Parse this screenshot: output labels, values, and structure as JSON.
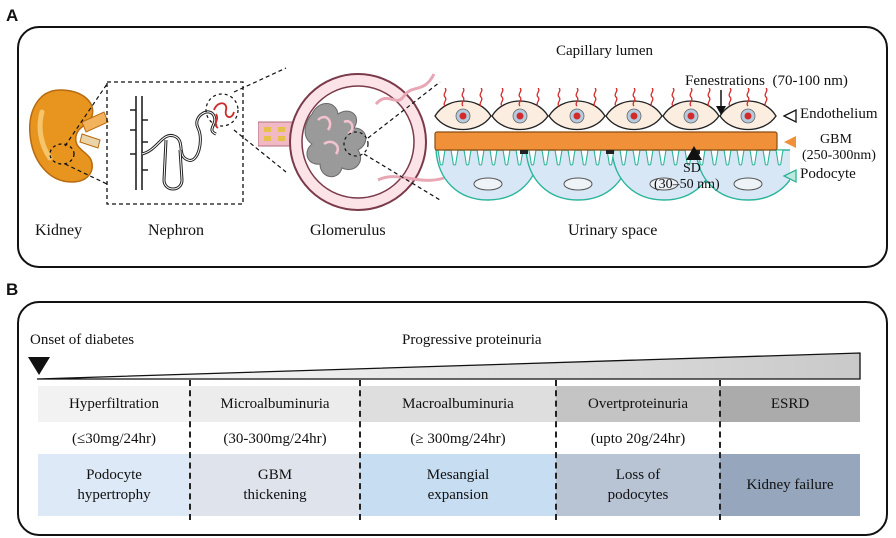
{
  "panel_a": {
    "letter": "A",
    "labels": {
      "kidney": "Kidney",
      "nephron": "Nephron",
      "glomerulus": "Glomerulus",
      "urinary_space": "Urinary space",
      "capillary_lumen": "Capillary lumen",
      "fenestrations": "Fenestrations  (70-100 nm)",
      "endothelium": "Endothelium",
      "gbm": "GBM",
      "gbm_size": "(250-300nm)",
      "podocyte": "Podocyte",
      "sd": "SD",
      "sd_size": "(30–50 nm)"
    },
    "colors": {
      "kidney": "#e8951f",
      "gbm": "#f0913a",
      "podocyte_fill": "#d8e7f5",
      "podocyte_stroke": "#2bb59a",
      "fenestration": "#d22b2b",
      "endothelium_fill": "#fbeee0"
    }
  },
  "panel_b": {
    "letter": "B",
    "onset": "Onset of diabetes",
    "progressive": "Progressive proteinuria",
    "stages": [
      {
        "name": "Hyperfiltration",
        "range": "(≤30mg/24hr)",
        "change": "Podocyte\nhypertrophy",
        "header_color": "#f2f2f2",
        "change_color": "#dde9f6"
      },
      {
        "name": "Microalbuminuria",
        "range": "(30-300mg/24hr)",
        "change": "GBM\nthickening",
        "header_color": "#ececec",
        "change_color": "#dfe3ec"
      },
      {
        "name": "Macroalbuminuria",
        "range": "(≥ 300mg/24hr)",
        "change": "Mesangial\nexpansion",
        "header_color": "#dedede",
        "change_color": "#c7ddf1"
      },
      {
        "name": "Overtproteinuria",
        "range": "(upto 20g/24hr)",
        "change": "Loss of\npodocytes",
        "header_color": "#c4c4c4",
        "change_color": "#b8c4d4"
      },
      {
        "name": "ESRD",
        "range": "",
        "change": "Kidney failure",
        "header_color": "#ababab",
        "change_color": "#95a6bd"
      }
    ]
  }
}
